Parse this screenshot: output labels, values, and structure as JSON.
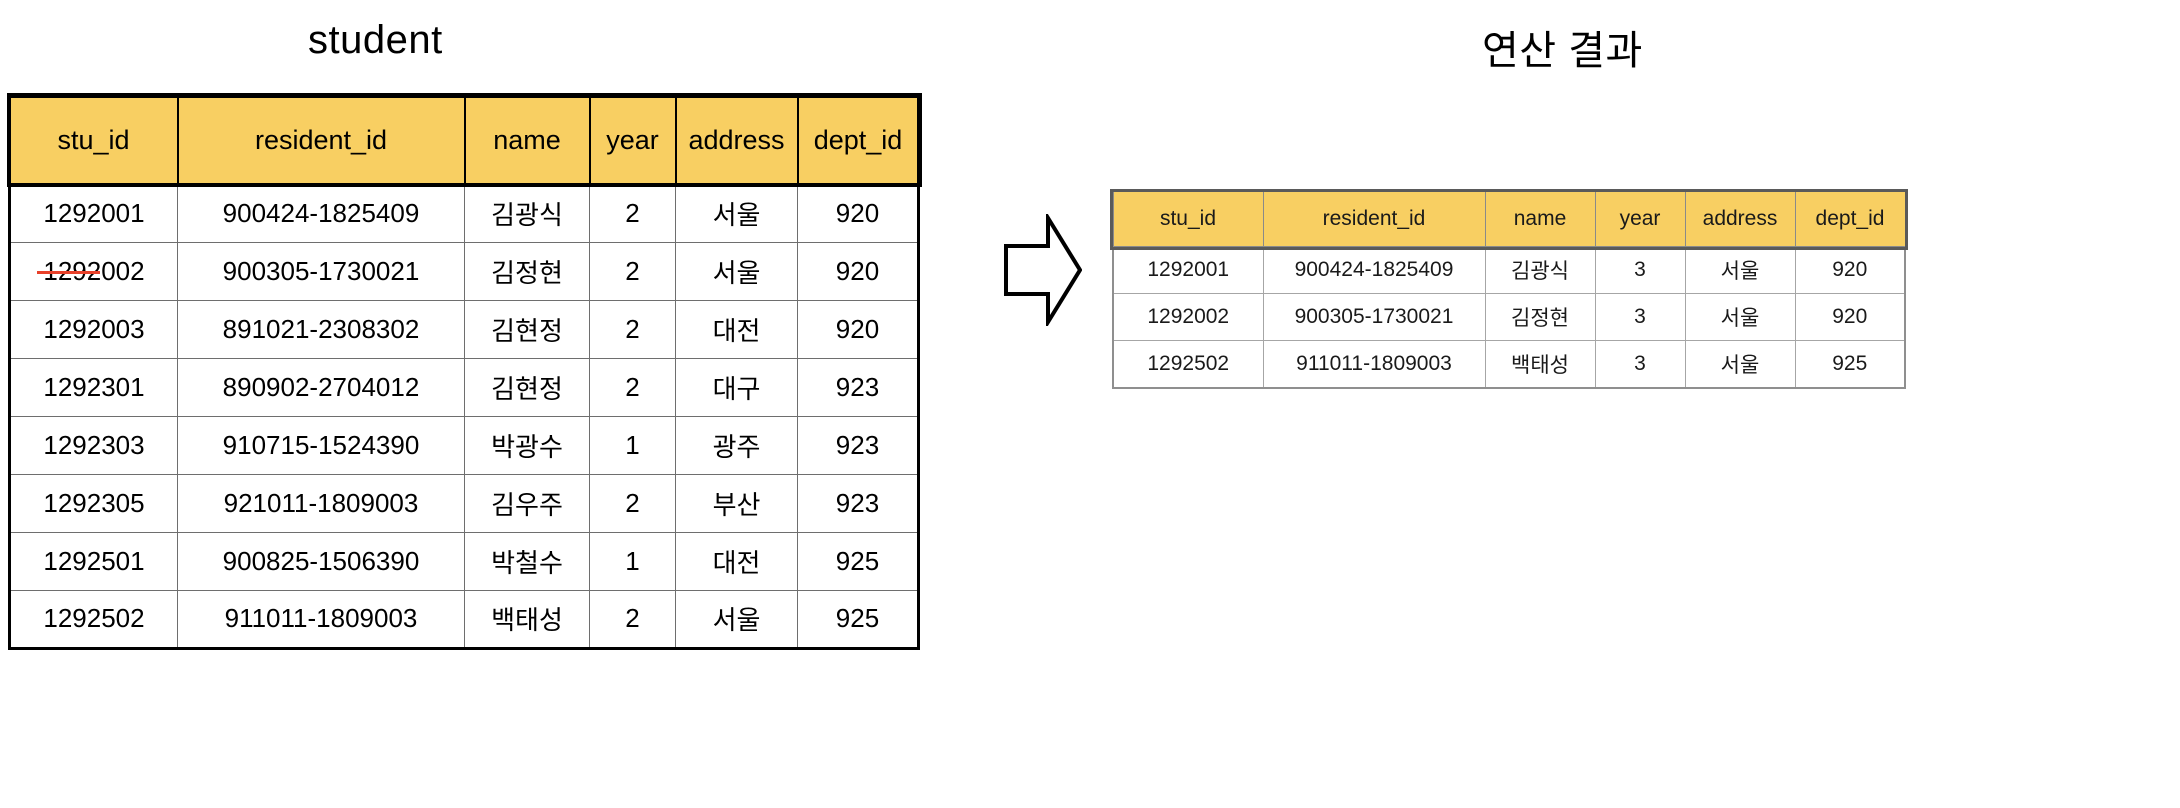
{
  "titles": {
    "source": "student",
    "result": "연산 결과"
  },
  "arrow": {
    "icon_name": "block-arrow-right-icon",
    "direction": "right"
  },
  "colors": {
    "header_fill": "#f8cf62",
    "source_border": "#000000",
    "result_border": "#8f8f8f",
    "strike": "#e8412a",
    "text": "#000000"
  },
  "source_table": {
    "name": "student",
    "columns": [
      "stu_id",
      "resident_id",
      "name",
      "year",
      "address",
      "dept_id"
    ],
    "rows": [
      {
        "stu_id": "1292001",
        "resident_id": "900424-1825409",
        "name": "김광식",
        "year": "2",
        "address": "서울",
        "dept_id": "920",
        "highlighted": true,
        "struck": false
      },
      {
        "stu_id": "1292002",
        "resident_id": "900305-1730021",
        "name": "김정현",
        "year": "2",
        "address": "서울",
        "dept_id": "920",
        "highlighted": true,
        "struck": true
      },
      {
        "stu_id": "1292003",
        "resident_id": "891021-2308302",
        "name": "김현정",
        "year": "2",
        "address": "대전",
        "dept_id": "920",
        "highlighted": false,
        "struck": false
      },
      {
        "stu_id": "1292301",
        "resident_id": "890902-2704012",
        "name": "김현정",
        "year": "2",
        "address": "대구",
        "dept_id": "923",
        "highlighted": false,
        "struck": false
      },
      {
        "stu_id": "1292303",
        "resident_id": "910715-1524390",
        "name": "박광수",
        "year": "1",
        "address": "광주",
        "dept_id": "923",
        "highlighted": false,
        "struck": false
      },
      {
        "stu_id": "1292305",
        "resident_id": "921011-1809003",
        "name": "김우주",
        "year": "2",
        "address": "부산",
        "dept_id": "923",
        "highlighted": false,
        "struck": false
      },
      {
        "stu_id": "1292501",
        "resident_id": "900825-1506390",
        "name": "박철수",
        "year": "1",
        "address": "대전",
        "dept_id": "925",
        "highlighted": false,
        "struck": false
      },
      {
        "stu_id": "1292502",
        "resident_id": "911011-1809003",
        "name": "백태성",
        "year": "2",
        "address": "서울",
        "dept_id": "925",
        "highlighted": true,
        "struck": false
      }
    ]
  },
  "result_table": {
    "name": "연산 결과",
    "columns": [
      "stu_id",
      "resident_id",
      "name",
      "year",
      "address",
      "dept_id"
    ],
    "rows": [
      {
        "stu_id": "1292001",
        "resident_id": "900424-1825409",
        "name": "김광식",
        "year": "3",
        "address": "서울",
        "dept_id": "920"
      },
      {
        "stu_id": "1292002",
        "resident_id": "900305-1730021",
        "name": "김정현",
        "year": "3",
        "address": "서울",
        "dept_id": "920"
      },
      {
        "stu_id": "1292502",
        "resident_id": "911011-1809003",
        "name": "백태성",
        "year": "3",
        "address": "서울",
        "dept_id": "925"
      }
    ]
  }
}
